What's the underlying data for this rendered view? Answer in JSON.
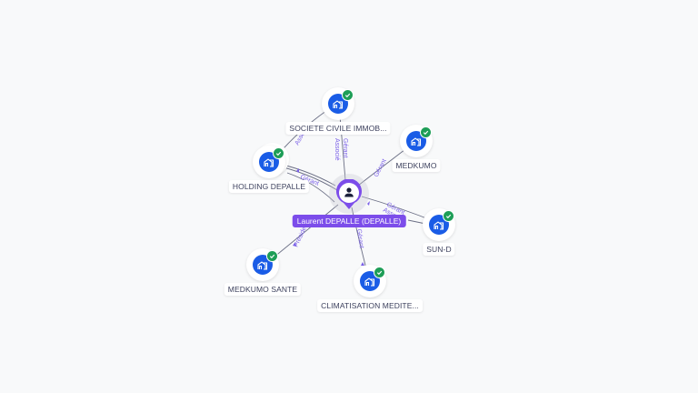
{
  "colors": {
    "background": "#f8f9fa",
    "person_accent": "#7c4dea",
    "company_fill": "#1a5ce6",
    "verified_badge": "#1e9e57",
    "edge_line": "#6b6f85",
    "edge_label": "#7b61e8"
  },
  "center": {
    "name": "Laurent DEPALLE (DEPALLE)",
    "icon": "person-icon"
  },
  "companies": [
    {
      "id": "sci",
      "name": "SOCIETE CIVILE IMMOB...",
      "icon": "building-icon",
      "badge": "check-icon"
    },
    {
      "id": "medkumo",
      "name": "MEDKUMO",
      "icon": "building-icon",
      "badge": "check-icon"
    },
    {
      "id": "holding",
      "name": "HOLDING DEPALLE",
      "icon": "building-icon",
      "badge": "check-icon"
    },
    {
      "id": "sund",
      "name": "SUN-D",
      "icon": "building-icon",
      "badge": "check-icon"
    },
    {
      "id": "medkumo_sante",
      "name": "MEDKUMO SANTE",
      "icon": "building-icon",
      "badge": "check-icon"
    },
    {
      "id": "clim",
      "name": "CLIMATISATION MEDITE...",
      "icon": "building-icon",
      "badge": "check-icon"
    }
  ],
  "edges": [
    {
      "to": "sci",
      "label": "Gérant"
    },
    {
      "to": "sci",
      "label": "Associé"
    },
    {
      "to": "medkumo",
      "label": "Gérant"
    },
    {
      "to": "holding",
      "label": "Gérant"
    },
    {
      "to": "holding",
      "label": "Associé"
    },
    {
      "to": "sund",
      "label": "Gérant"
    },
    {
      "to": "sund",
      "label": "Associé"
    },
    {
      "to": "medkumo_sante",
      "label": "Président"
    },
    {
      "to": "clim",
      "label": "Gérant"
    }
  ]
}
